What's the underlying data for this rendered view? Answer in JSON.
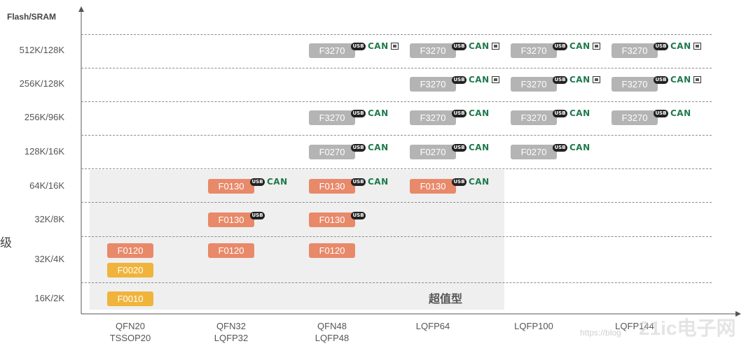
{
  "y_axis_title": "Flash/SRAM",
  "side_char": "级",
  "region_label": "超值型",
  "rows": [
    "512K/128K",
    "256K/128K",
    "256K/96K",
    "128K/16K",
    "64K/16K",
    "32K/8K",
    "32K/4K",
    "16K/2K"
  ],
  "packages": [
    {
      "line1": "QFN20",
      "line2": "TSSOP20"
    },
    {
      "line1": "QFN32",
      "line2": "LQFP32"
    },
    {
      "line1": "QFN48",
      "line2": "LQFP48"
    },
    {
      "line1": "LQFP64",
      "line2": ""
    },
    {
      "line1": "LQFP100",
      "line2": ""
    },
    {
      "line1": "LQFP144",
      "line2": ""
    }
  ],
  "badge_text": {
    "usb": "USB",
    "can": "CAN"
  },
  "chips": [
    {
      "label": "F3270",
      "color": "gray",
      "row": "512K/128K",
      "package": "QFN48",
      "usb": true,
      "can": true,
      "eth": true
    },
    {
      "label": "F3270",
      "color": "gray",
      "row": "512K/128K",
      "package": "LQFP64",
      "usb": true,
      "can": true,
      "eth": true
    },
    {
      "label": "F3270",
      "color": "gray",
      "row": "512K/128K",
      "package": "LQFP100",
      "usb": true,
      "can": true,
      "eth": true
    },
    {
      "label": "F3270",
      "color": "gray",
      "row": "512K/128K",
      "package": "LQFP144",
      "usb": true,
      "can": true,
      "eth": true
    },
    {
      "label": "F3270",
      "color": "gray",
      "row": "256K/128K",
      "package": "LQFP64",
      "usb": true,
      "can": true,
      "eth": true
    },
    {
      "label": "F3270",
      "color": "gray",
      "row": "256K/128K",
      "package": "LQFP100",
      "usb": true,
      "can": true,
      "eth": true
    },
    {
      "label": "F3270",
      "color": "gray",
      "row": "256K/128K",
      "package": "LQFP144",
      "usb": true,
      "can": true,
      "eth": true
    },
    {
      "label": "F3270",
      "color": "gray",
      "row": "256K/96K",
      "package": "QFN48",
      "usb": true,
      "can": true,
      "eth": false
    },
    {
      "label": "F3270",
      "color": "gray",
      "row": "256K/96K",
      "package": "LQFP64",
      "usb": true,
      "can": true,
      "eth": false
    },
    {
      "label": "F3270",
      "color": "gray",
      "row": "256K/96K",
      "package": "LQFP100",
      "usb": true,
      "can": true,
      "eth": false
    },
    {
      "label": "F3270",
      "color": "gray",
      "row": "256K/96K",
      "package": "LQFP144",
      "usb": true,
      "can": true,
      "eth": false
    },
    {
      "label": "F0270",
      "color": "gray",
      "row": "128K/16K",
      "package": "QFN48",
      "usb": true,
      "can": true,
      "eth": false
    },
    {
      "label": "F0270",
      "color": "gray",
      "row": "128K/16K",
      "package": "LQFP64",
      "usb": true,
      "can": true,
      "eth": false
    },
    {
      "label": "F0270",
      "color": "gray",
      "row": "128K/16K",
      "package": "LQFP100",
      "usb": true,
      "can": true,
      "eth": false
    },
    {
      "label": "F0130",
      "color": "orange",
      "row": "64K/16K",
      "package": "QFN32",
      "usb": true,
      "can": true,
      "eth": false
    },
    {
      "label": "F0130",
      "color": "orange",
      "row": "64K/16K",
      "package": "QFN48",
      "usb": true,
      "can": true,
      "eth": false
    },
    {
      "label": "F0130",
      "color": "orange",
      "row": "64K/16K",
      "package": "LQFP64",
      "usb": true,
      "can": true,
      "eth": false
    },
    {
      "label": "F0130",
      "color": "orange",
      "row": "32K/8K",
      "package": "QFN32",
      "usb": true,
      "can": false,
      "eth": false
    },
    {
      "label": "F0130",
      "color": "orange",
      "row": "32K/8K",
      "package": "QFN48",
      "usb": true,
      "can": false,
      "eth": false
    },
    {
      "label": "F0120",
      "color": "orange",
      "row": "32K/4K",
      "package": "QFN20",
      "usb": false,
      "can": false,
      "eth": false
    },
    {
      "label": "F0020",
      "color": "yellow",
      "row": "32K/4K",
      "package": "QFN20",
      "usb": false,
      "can": false,
      "eth": false
    },
    {
      "label": "F0120",
      "color": "orange",
      "row": "32K/4K",
      "package": "QFN32",
      "usb": false,
      "can": false,
      "eth": false
    },
    {
      "label": "F0120",
      "color": "orange",
      "row": "32K/4K",
      "package": "QFN48",
      "usb": false,
      "can": false,
      "eth": false
    },
    {
      "label": "F0010",
      "color": "yellow",
      "row": "16K/2K",
      "package": "QFN20",
      "usb": false,
      "can": false,
      "eth": false
    }
  ],
  "watermark": {
    "url": "https://blog",
    "logo": "21ic电子网"
  },
  "colors": {
    "gray": "#b4b4b4",
    "orange": "#e8896a",
    "yellow": "#f0b43c",
    "can": "#1f7a4d",
    "region": "#efefef"
  }
}
